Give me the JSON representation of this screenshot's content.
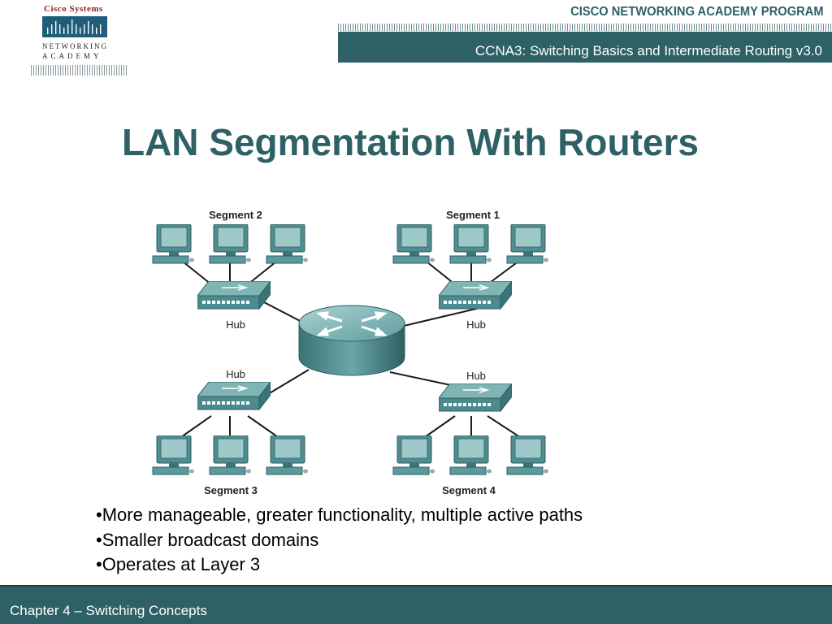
{
  "logo": {
    "company": "Cisco Systems",
    "line1": "NETWORKING",
    "line2": "ACADEMY"
  },
  "header": {
    "program_title": "CISCO NETWORKING ACADEMY PROGRAM",
    "course_title": "CCNA3:  Switching Basics and Intermediate Routing v3.0"
  },
  "slide": {
    "title": "LAN Segmentation With Routers"
  },
  "diagram": {
    "hub_label": "Hub",
    "segments": [
      "Segment 2",
      "Segment 1",
      "Segment 3",
      "Segment 4"
    ]
  },
  "bullets": [
    "•More manageable, greater functionality, multiple active paths",
    "•Smaller broadcast domains",
    "•Operates at Layer 3"
  ],
  "footer": {
    "chapter": "Chapter 4 – Switching Concepts"
  },
  "colors": {
    "accent": "#2e6166",
    "logo_red": "#8b1a1a",
    "device": "#5b9a9c"
  }
}
